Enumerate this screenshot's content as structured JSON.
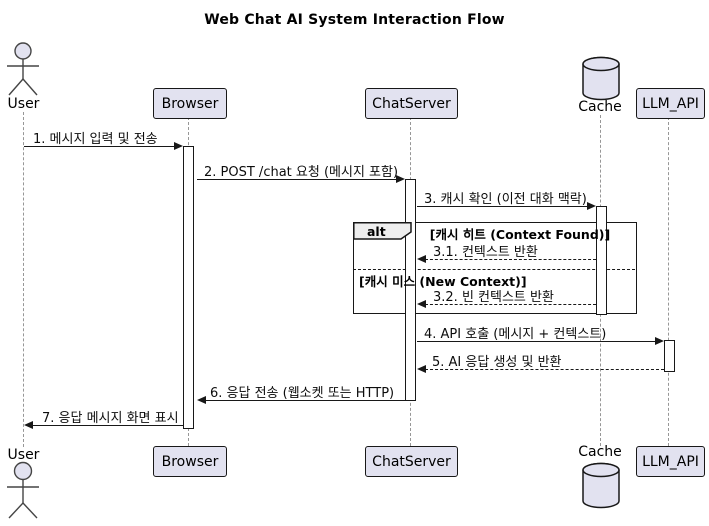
{
  "diagram": {
    "title": "Web Chat AI System Interaction Flow",
    "type": "sequence"
  },
  "participants": {
    "user": {
      "label": "User",
      "kind": "actor"
    },
    "browser": {
      "label": "Browser",
      "kind": "participant"
    },
    "chatserver": {
      "label": "ChatServer",
      "kind": "participant"
    },
    "cache": {
      "label": "Cache",
      "kind": "database"
    },
    "llm_api": {
      "label": "LLM_API",
      "kind": "participant"
    }
  },
  "messages": {
    "m1": {
      "label": "1. 메시지 입력 및 전송",
      "from": "User",
      "to": "Browser",
      "line": "solid"
    },
    "m2": {
      "label": "2. POST /chat 요청 (메시지 포함)",
      "from": "Browser",
      "to": "ChatServer",
      "line": "solid"
    },
    "m3": {
      "label": "3. 캐시 확인 (이전 대화 맥락)",
      "from": "ChatServer",
      "to": "Cache",
      "line": "solid"
    },
    "m3_1": {
      "label": "3.1. 컨텍스트 반환",
      "from": "Cache",
      "to": "ChatServer",
      "line": "dashed"
    },
    "m3_2": {
      "label": "3.2. 빈 컨텍스트 반환",
      "from": "Cache",
      "to": "ChatServer",
      "line": "dashed"
    },
    "m4": {
      "label": "4. API 호출 (메시지 + 컨텍스트)",
      "from": "ChatServer",
      "to": "LLM_API",
      "line": "solid"
    },
    "m5": {
      "label": "5. AI 응답 생성 및 반환",
      "from": "LLM_API",
      "to": "ChatServer",
      "line": "dashed"
    },
    "m6": {
      "label": "6. 응답 전송 (웹소켓 또는 HTTP)",
      "from": "ChatServer",
      "to": "Browser",
      "line": "solid"
    },
    "m7": {
      "label": "7. 응답 메시지 화면 표시",
      "from": "Browser",
      "to": "User",
      "line": "solid"
    }
  },
  "fragment": {
    "operator": "alt",
    "branches": [
      {
        "guard": "[캐시 히트 (Context Found)]"
      },
      {
        "guard": "[캐시 미스 (New Context)]"
      }
    ]
  },
  "colors": {
    "participant_fill": "#E2E2F0",
    "border": "#181818",
    "background": "#FFFFFF",
    "fragment_header_fill": "#EEEEEE",
    "lifeline": "#979797"
  }
}
